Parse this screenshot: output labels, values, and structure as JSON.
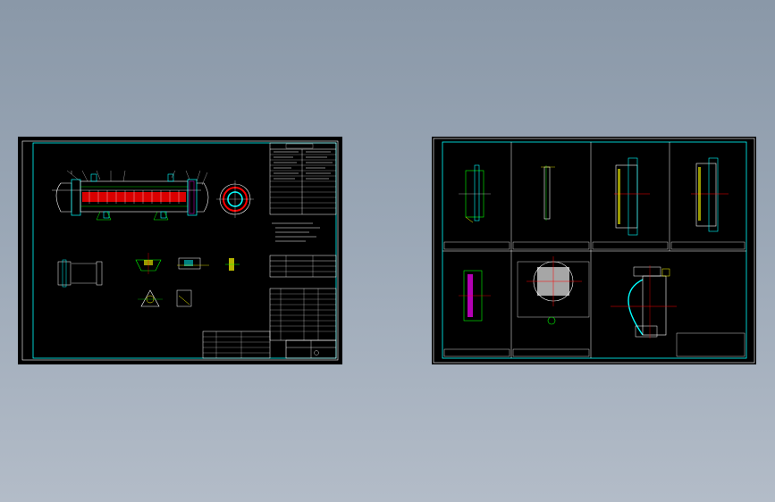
{
  "colors": {
    "background_top": "#8a98a8",
    "background_bottom": "#b3bcc8",
    "sheet": "#000000",
    "border": "#00ffff",
    "line_white": "#ffffff",
    "line_green": "#00ff00",
    "line_yellow": "#ffff00",
    "line_red": "#ff0000",
    "line_blue": "#3355ff",
    "line_magenta": "#ff00ff"
  },
  "drawings": [
    {
      "name": "assembly-drawing",
      "view": "heat-exchanger-assembly"
    },
    {
      "name": "part-drawings",
      "view": "nine-part-sheet"
    }
  ]
}
